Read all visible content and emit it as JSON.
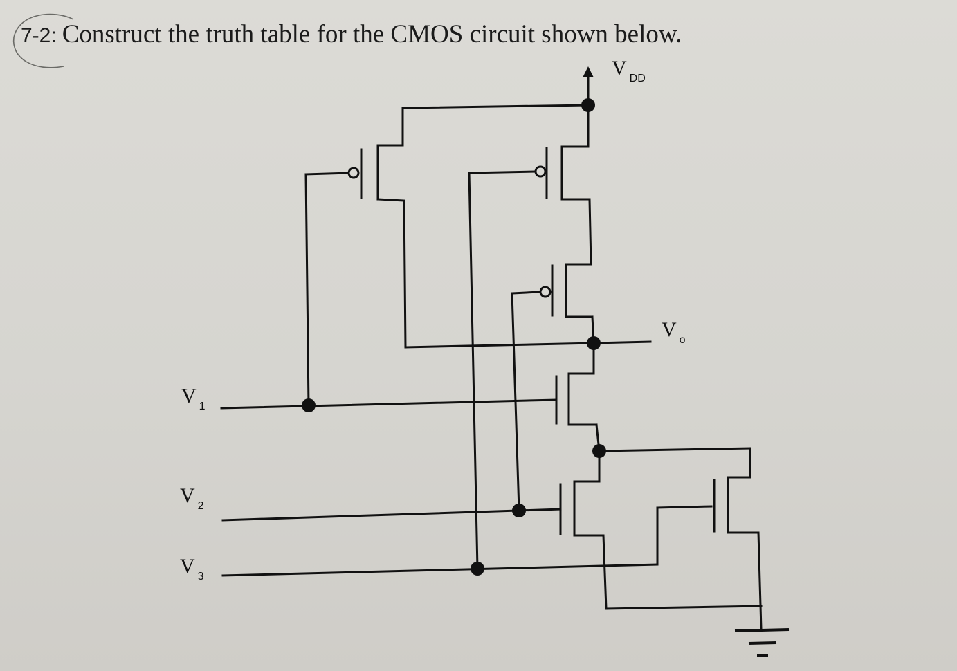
{
  "problem": {
    "number": "7-2:",
    "text": "Construct the truth table for the CMOS circuit shown below."
  },
  "labels": {
    "vdd": {
      "main": "V",
      "sub": "DD"
    },
    "vo": {
      "main": "V",
      "sub": "o"
    },
    "v1": {
      "main": "V",
      "sub": "1"
    },
    "v2": {
      "main": "V",
      "sub": "2"
    },
    "v3": {
      "main": "V",
      "sub": "3"
    }
  },
  "colors": {
    "ink": "#111111",
    "paper": "#d9d8d3"
  }
}
